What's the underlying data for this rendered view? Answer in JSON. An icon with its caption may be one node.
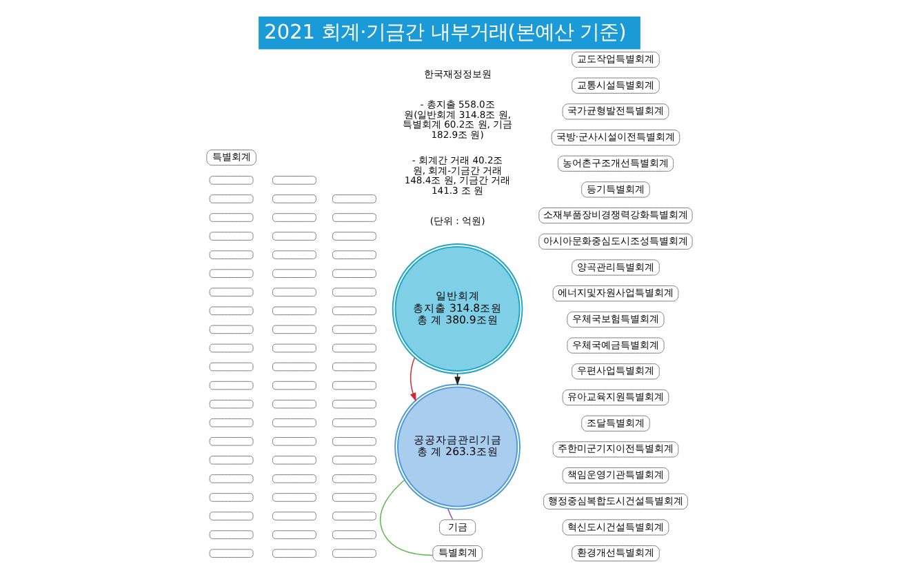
{
  "diagram": {
    "title": "2021 회계·기금간 내부거래(본예산 기준)",
    "nodes": [
      {
        "text": [
          "일반회계",
          "총지출 314.8조원",
          "총 계 380.9조원"
        ]
      },
      {
        "text": [
          "공공자금관리기금",
          "총 계 263.3조원"
        ]
      },
      {
        "text": [
          "기금"
        ]
      },
      {
        "text": [
          "특별회계"
        ]
      },
      {
        "text": [
          "특별회계"
        ]
      },
      {
        "text": [
          "교도작업특별회계"
        ]
      },
      {
        "text": [
          "교통시설특별회계"
        ]
      },
      {
        "text": [
          "국가균형발전특별회계"
        ]
      },
      {
        "text": [
          "국방·군사시설이전특별회계"
        ]
      },
      {
        "text": [
          "농어촌구조개선특별회계"
        ]
      },
      {
        "text": [
          "등기특별회계"
        ]
      },
      {
        "text": [
          "소재부품장비경쟁력강화특별회계"
        ]
      },
      {
        "text": [
          "아시아문화중심도시조성특별회계"
        ]
      },
      {
        "text": [
          "양곡관리특별회계"
        ]
      },
      {
        "text": [
          "에너지및자원사업특별회계"
        ]
      },
      {
        "text": [
          "우체국보험특별회계"
        ]
      },
      {
        "text": [
          "우체국예금특별회계"
        ]
      },
      {
        "text": [
          "우편사업특별회계"
        ]
      },
      {
        "text": [
          "유아교육지원특별회계"
        ]
      },
      {
        "text": [
          "조달특별회계"
        ]
      },
      {
        "text": [
          "주한미군기지이전특별회계"
        ]
      },
      {
        "text": [
          "책임운영기관특별회계"
        ]
      },
      {
        "text": [
          "행정중심복합도시건설특별회계"
        ]
      },
      {
        "text": [
          "혁신도시건설특별회계"
        ]
      },
      {
        "text": [
          "환경개선특별회계"
        ]
      },
      {
        "text": [],
        "shape": "box"
      },
      {
        "text": [],
        "shape": "box"
      },
      {
        "text": [],
        "shape": "box"
      },
      {
        "text": [],
        "shape": "box"
      },
      {
        "text": [],
        "shape": "box"
      },
      {
        "text": [],
        "shape": "box"
      },
      {
        "text": [],
        "shape": "box"
      },
      {
        "text": [],
        "shape": "box"
      },
      {
        "text": [],
        "shape": "box"
      },
      {
        "text": [],
        "shape": "box"
      },
      {
        "text": [],
        "shape": "box"
      },
      {
        "text": [],
        "shape": "box"
      },
      {
        "text": [],
        "shape": "box"
      },
      {
        "text": [],
        "shape": "box"
      },
      {
        "text": [],
        "shape": "box"
      },
      {
        "text": [],
        "shape": "box"
      },
      {
        "text": [],
        "shape": "box"
      },
      {
        "text": [],
        "shape": "box"
      },
      {
        "text": [],
        "shape": "box"
      },
      {
        "text": [],
        "shape": "box"
      },
      {
        "text": [],
        "shape": "box"
      },
      {
        "text": [],
        "shape": "box"
      },
      {
        "text": [],
        "shape": "box"
      },
      {
        "text": [],
        "shape": "box"
      },
      {
        "text": [],
        "shape": "box"
      },
      {
        "text": [],
        "shape": "box"
      },
      {
        "text": [],
        "shape": "box"
      },
      {
        "text": [],
        "shape": "box"
      },
      {
        "text": [],
        "shape": "box"
      },
      {
        "text": [],
        "shape": "box"
      },
      {
        "text": [],
        "shape": "box"
      },
      {
        "text": [],
        "shape": "box"
      },
      {
        "text": [],
        "shape": "box"
      },
      {
        "text": [],
        "shape": "box"
      },
      {
        "text": [],
        "shape": "box"
      },
      {
        "text": [],
        "shape": "box"
      },
      {
        "text": [],
        "shape": "box"
      },
      {
        "text": [],
        "shape": "box"
      },
      {
        "text": [],
        "shape": "box"
      },
      {
        "text": [],
        "shape": "box"
      },
      {
        "text": [],
        "shape": "box"
      },
      {
        "text": [],
        "shape": "box"
      },
      {
        "text": [],
        "shape": "box"
      },
      {
        "text": [],
        "shape": "box"
      },
      {
        "text": [],
        "shape": "box"
      },
      {
        "text": [],
        "shape": "box"
      },
      {
        "text": [],
        "shape": "box"
      },
      {
        "text": [],
        "shape": "box"
      },
      {
        "text": [],
        "shape": "box"
      },
      {
        "text": [],
        "shape": "box"
      },
      {
        "text": [],
        "shape": "box"
      },
      {
        "text": [],
        "shape": "box"
      },
      {
        "text": [],
        "shape": "box"
      },
      {
        "text": [],
        "shape": "box"
      },
      {
        "text": [],
        "shape": "box"
      },
      {
        "text": [],
        "shape": "box"
      },
      {
        "text": [],
        "shape": "box"
      },
      {
        "text": [],
        "shape": "box"
      },
      {
        "text": [],
        "shape": "box"
      },
      {
        "text": [],
        "shape": "box"
      },
      {
        "text": [],
        "shape": "box"
      },
      {
        "text": [],
        "shape": "box"
      }
    ],
    "edges": [
      {
        "from": 0,
        "to": 1,
        "arrow": "to"
      },
      {
        "from": 0,
        "to": 1,
        "arrow": "to",
        "color": "#d7262e"
      },
      {
        "from": 1,
        "to": 2,
        "arrow": "none",
        "color": "#8e4fb5"
      },
      {
        "from": 1,
        "to": 3,
        "arrow": "none",
        "color": "#5bb847"
      }
    ],
    "labels": [
      "한국재정정보원",
      "- 총지출 558.0조 원(일반회계 314.8조 원, 특별회계 60.2조 원, 기금 182.9조 원)",
      "- 회계간 거래 40.2조 원, 회계-기금간 거래 148.4조 원, 기금간 거래 141.3 조 원",
      "(단위 : 억원)"
    ]
  }
}
